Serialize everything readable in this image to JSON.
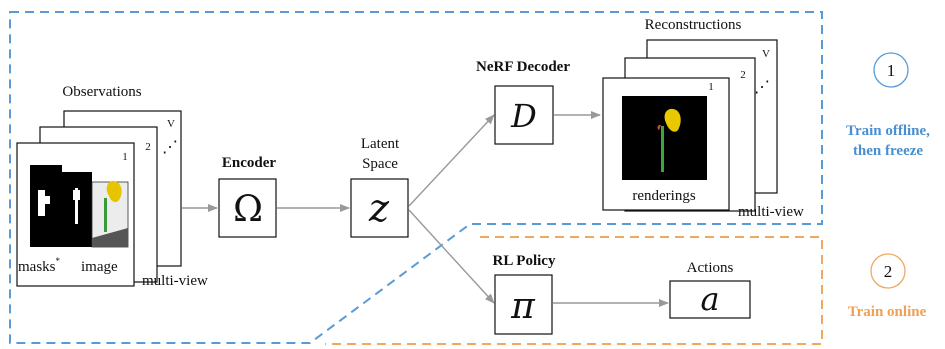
{
  "colors": {
    "stage1": "#5b9bd5",
    "stage2": "#f0a860",
    "arrow": "#999999",
    "stage1_text": "#4a8fd0",
    "stage2_text": "#f0a050"
  },
  "observations": {
    "title": "Observations",
    "view_first": "1",
    "view_second": "2",
    "view_last": "V",
    "masks_label": "masks",
    "masks_marker": "*",
    "image_label": "image",
    "multiview_label": "multi-view"
  },
  "encoder": {
    "title": "Encoder",
    "symbol": "Ω"
  },
  "latent": {
    "line1": "Latent",
    "line2": "Space",
    "symbol": "z"
  },
  "decoder": {
    "title": "NeRF Decoder",
    "symbol": "D"
  },
  "reconstructions": {
    "title": "Reconstructions",
    "view_first": "1",
    "view_second": "2",
    "view_last": "V",
    "renderings_label": "renderings",
    "multiview_label": "multi-view"
  },
  "policy": {
    "title": "RL Policy",
    "symbol": "π"
  },
  "actions": {
    "title": "Actions",
    "symbol": "a"
  },
  "stages": {
    "stage1_number": "1",
    "stage1_line1": "Train offline,",
    "stage1_line2": "then freeze",
    "stage2_number": "2",
    "stage2_label": "Train online"
  }
}
